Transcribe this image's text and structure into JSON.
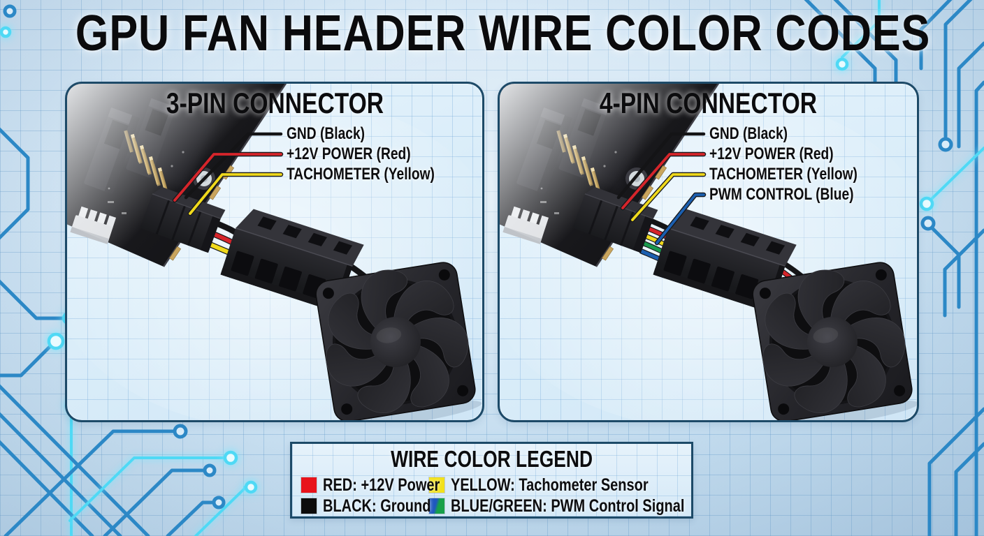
{
  "title": "GPU FAN HEADER WIRE COLOR CODES",
  "panels": [
    {
      "id": "three-pin",
      "title": "3-PIN CONNECTOR",
      "labels": [
        {
          "text": "GND (Black)",
          "wire_color": "#141416"
        },
        {
          "text": "+12V POWER (Red)",
          "wire_color": "#d6252b"
        },
        {
          "text": "TACHOMETER (Yellow)",
          "wire_color": "#f0d91c"
        }
      ]
    },
    {
      "id": "four-pin",
      "title": "4-PIN CONNECTOR",
      "labels": [
        {
          "text": "GND (Black)",
          "wire_color": "#141416"
        },
        {
          "text": "+12V POWER (Red)",
          "wire_color": "#d6252b"
        },
        {
          "text": "TACHOMETER (Yellow)",
          "wire_color": "#f0d91c"
        },
        {
          "text": "PWM CONTROL (Blue)",
          "wire_color": "#1b5fb0"
        }
      ]
    }
  ],
  "legend": {
    "title": "WIRE COLOR LEGEND",
    "items": [
      {
        "swatch": "#e8131b",
        "text": "RED: +12V Power"
      },
      {
        "swatch": "#f2e11a",
        "text": "YELLOW: Tachometer Sensor"
      },
      {
        "swatch": "#0c0c0c",
        "text": "BLACK: Ground"
      },
      {
        "swatch": "linear-gradient(105deg,#1f58bf 0%,#1f58bf 42%,#17a04a 58%,#17a04a 100%)",
        "text": "BLUE/GREEN: PWM Control Signal"
      }
    ]
  },
  "colors": {
    "background": "#cde3f3",
    "panel_background": "#dcecf9",
    "panel_border": "#1d4a68",
    "trace_blue": "#2c88c6",
    "trace_cyan": "#4fd9f5",
    "wire_black": "#141416",
    "wire_red": "#d6252b",
    "wire_yellow": "#f0d91c",
    "wire_blue": "#1b5fb0",
    "wire_green": "#199a4d",
    "text": "#0c0c0e"
  }
}
